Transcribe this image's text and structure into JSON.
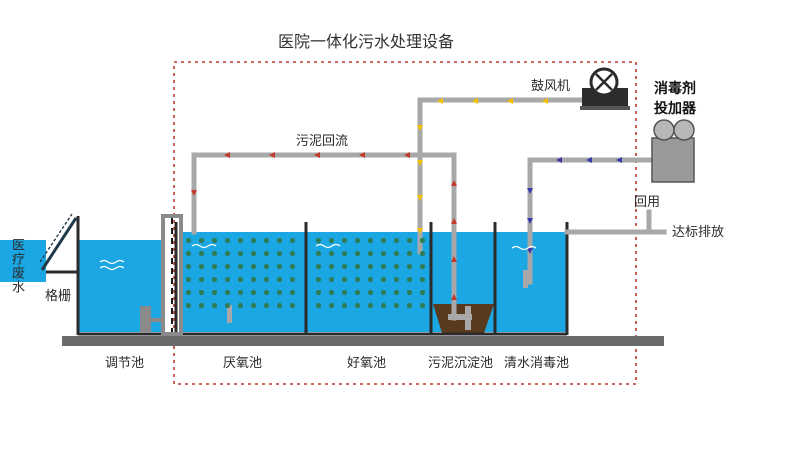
{
  "title": "医院一体化污水处理设备",
  "inlet_label": "医疗废水",
  "grille_label": "格栅",
  "blower_label": "鼓风机",
  "dosing_label_line1": "消毒剂",
  "dosing_label_line2": "投加器",
  "sludge_return_label": "污泥回流",
  "reuse_label": "回用",
  "discharge_label": "达标排放",
  "tanks": {
    "regulating": "调节池",
    "anoxic": "厌氧池",
    "aerobic": "好氧池",
    "settling": "污泥沉淀池",
    "disinfection": "清水消毒池"
  },
  "colors": {
    "water": "#1aa7e4",
    "pipe": "#a8a8a8",
    "tank_wall": "#2b2b2b",
    "ground": "#6b6b6b",
    "air_flow": "#f2c200",
    "sludge_flow": "#c0392b",
    "dose_flow": "#3a3aa8",
    "boundary": "#c0392b",
    "diffuser": "#2e7d55"
  },
  "icons": [
    "blower-icon",
    "dosing-device-icon",
    "grille-icon",
    "diffuser-icon"
  ]
}
